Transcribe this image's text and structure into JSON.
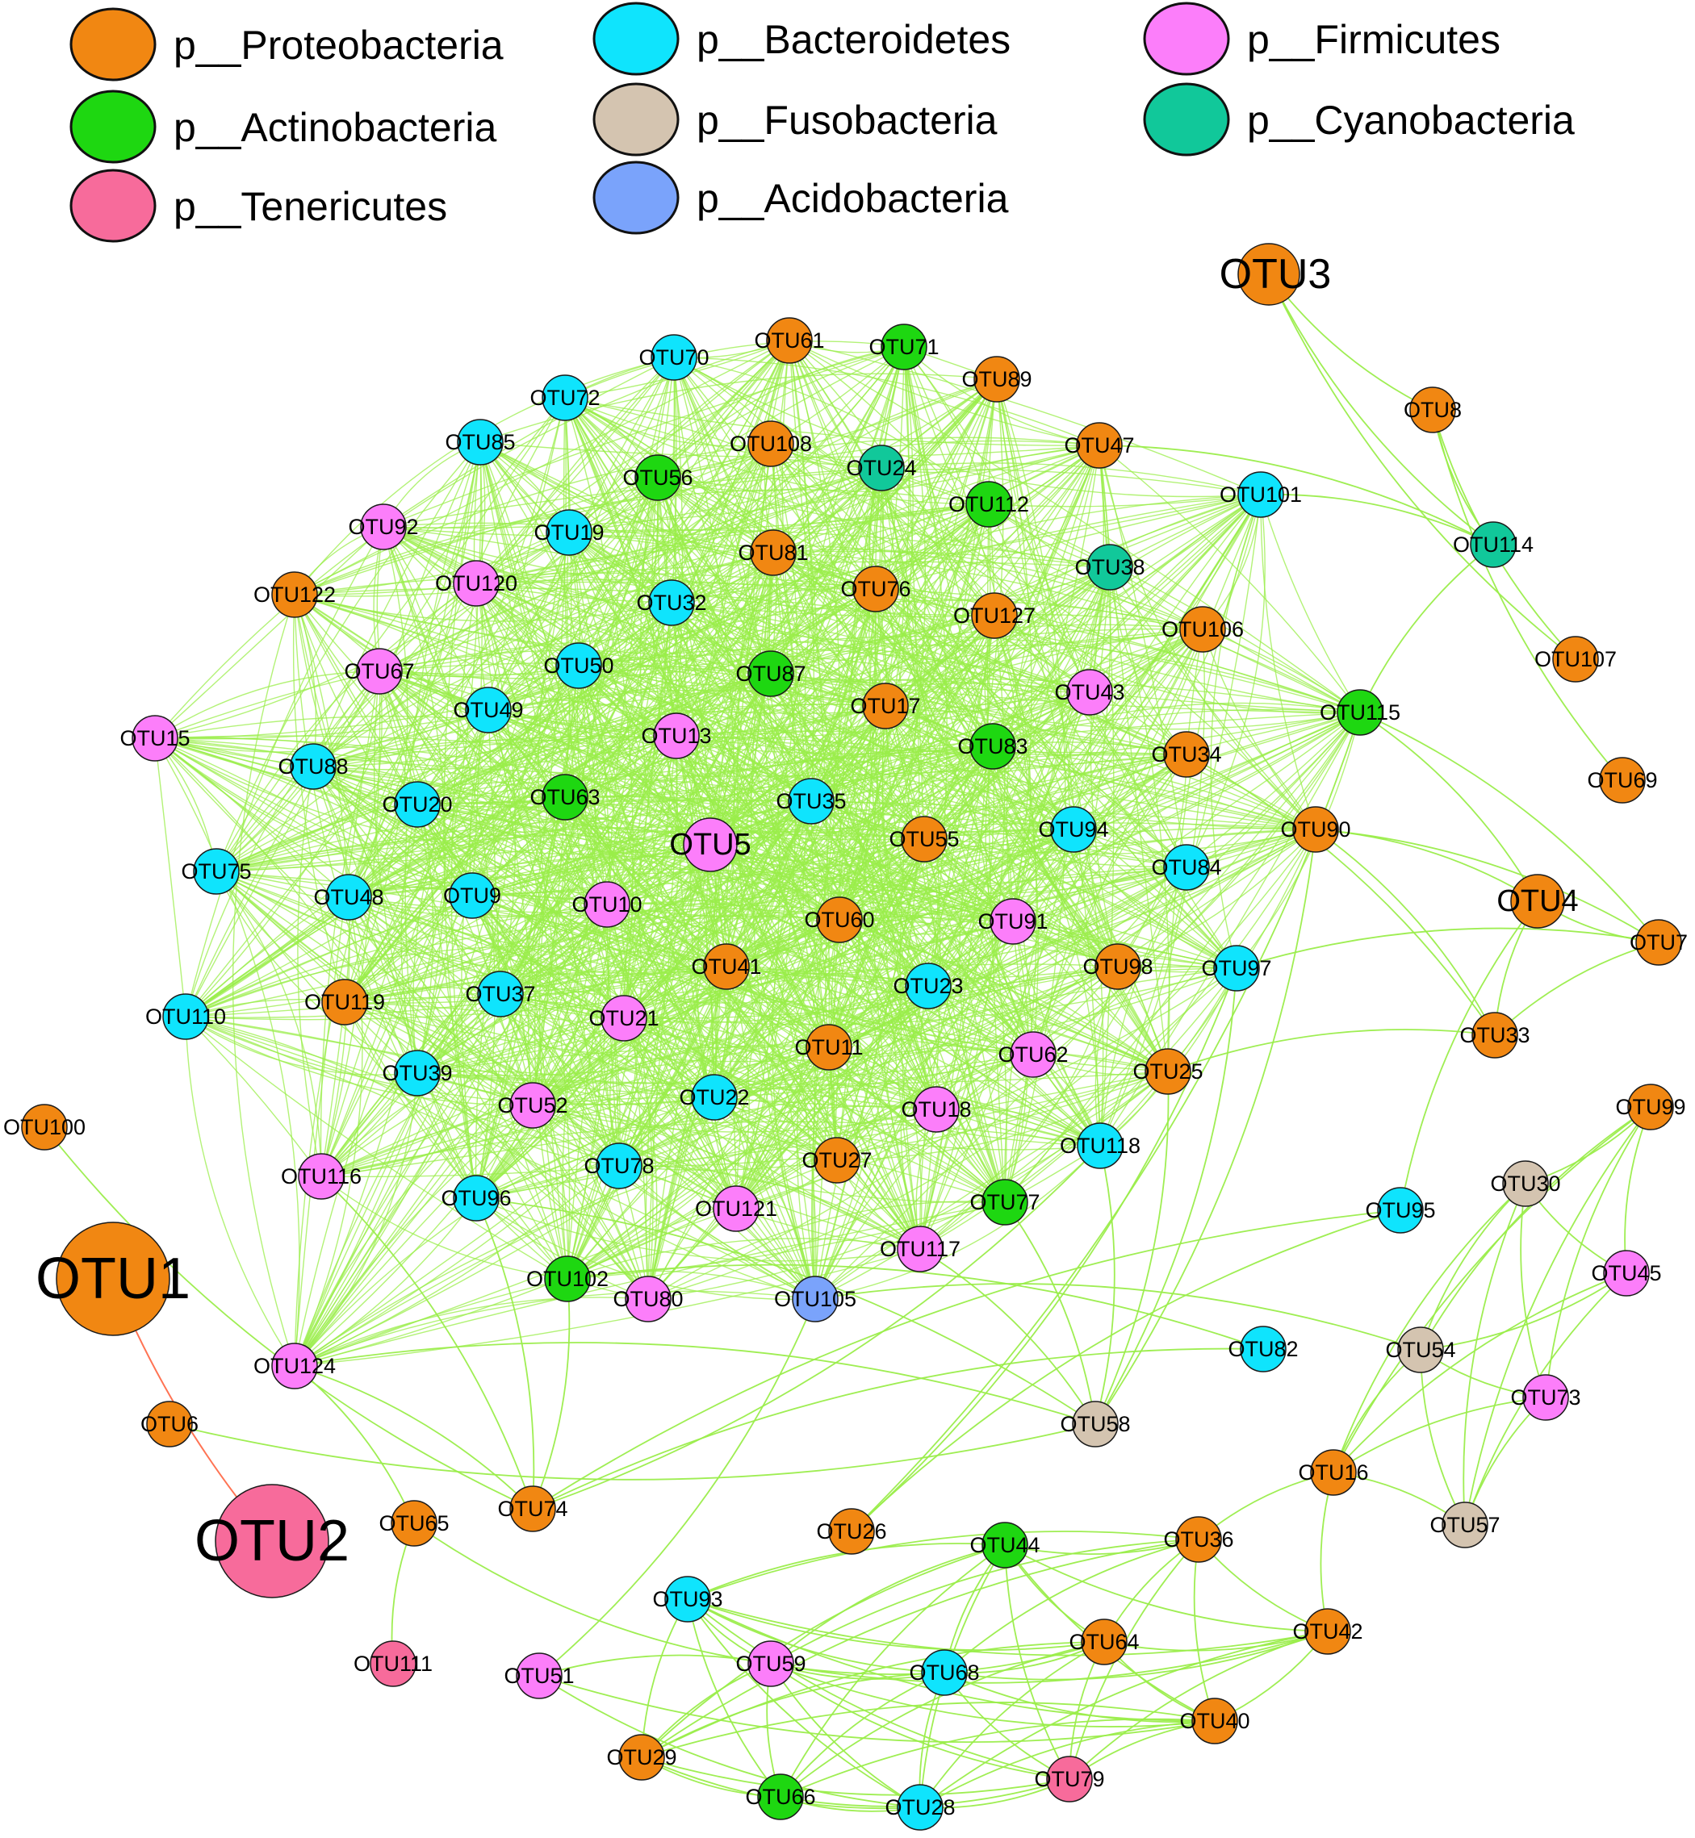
{
  "colors": {
    "edge": "#9aed4a",
    "edge_negative": "#ff6b4a",
    "node_stroke": "#1a1a1a"
  },
  "legend": [
    {
      "phylum": "Proteobacteria",
      "label": "p__Proteobacteria",
      "color": "#f18712"
    },
    {
      "phylum": "Actinobacteria",
      "label": "p__Actinobacteria",
      "color": "#1ed711"
    },
    {
      "phylum": "Tenericutes",
      "label": "p__Tenericutes",
      "color": "#f76b9b"
    },
    {
      "phylum": "Bacteroidetes",
      "label": "p__Bacteroidetes",
      "color": "#0fe4fd"
    },
    {
      "phylum": "Fusobacteria",
      "label": "p__Fusobacteria",
      "color": "#d4c4b0"
    },
    {
      "phylum": "Acidobacteria",
      "label": "p__Acidobacteria",
      "color": "#7aa3fb"
    },
    {
      "phylum": "Firmicutes",
      "label": "p__Firmicutes",
      "color": "#fc7efa"
    },
    {
      "phylum": "Cyanobacteria",
      "label": "p__Cyanobacteria",
      "color": "#11c89a"
    }
  ],
  "nodes": [
    {
      "id": "OTU1",
      "phylum": "Proteobacteria",
      "size": "huge"
    },
    {
      "id": "OTU2",
      "phylum": "Tenericutes",
      "size": "huge"
    },
    {
      "id": "OTU3",
      "phylum": "Proteobacteria",
      "size": "big"
    },
    {
      "id": "OTU4",
      "phylum": "Proteobacteria",
      "size": "medium"
    },
    {
      "id": "OTU5",
      "phylum": "Firmicutes",
      "size": "medium"
    },
    {
      "id": "OTU6",
      "phylum": "Proteobacteria"
    },
    {
      "id": "OTU7",
      "phylum": "Proteobacteria"
    },
    {
      "id": "OTU8",
      "phylum": "Proteobacteria"
    },
    {
      "id": "OTU9",
      "phylum": "Bacteroidetes"
    },
    {
      "id": "OTU10",
      "phylum": "Firmicutes"
    },
    {
      "id": "OTU11",
      "phylum": "Proteobacteria"
    },
    {
      "id": "OTU13",
      "phylum": "Firmicutes"
    },
    {
      "id": "OTU15",
      "phylum": "Firmicutes"
    },
    {
      "id": "OTU16",
      "phylum": "Proteobacteria"
    },
    {
      "id": "OTU17",
      "phylum": "Proteobacteria"
    },
    {
      "id": "OTU18",
      "phylum": "Firmicutes"
    },
    {
      "id": "OTU19",
      "phylum": "Bacteroidetes"
    },
    {
      "id": "OTU20",
      "phylum": "Bacteroidetes"
    },
    {
      "id": "OTU21",
      "phylum": "Firmicutes"
    },
    {
      "id": "OTU22",
      "phylum": "Bacteroidetes"
    },
    {
      "id": "OTU23",
      "phylum": "Bacteroidetes"
    },
    {
      "id": "OTU24",
      "phylum": "Cyanobacteria"
    },
    {
      "id": "OTU25",
      "phylum": "Proteobacteria"
    },
    {
      "id": "OTU26",
      "phylum": "Proteobacteria"
    },
    {
      "id": "OTU27",
      "phylum": "Proteobacteria"
    },
    {
      "id": "OTU28",
      "phylum": "Bacteroidetes"
    },
    {
      "id": "OTU29",
      "phylum": "Proteobacteria"
    },
    {
      "id": "OTU30",
      "phylum": "Fusobacteria"
    },
    {
      "id": "OTU32",
      "phylum": "Bacteroidetes"
    },
    {
      "id": "OTU33",
      "phylum": "Proteobacteria"
    },
    {
      "id": "OTU34",
      "phylum": "Proteobacteria"
    },
    {
      "id": "OTU35",
      "phylum": "Bacteroidetes"
    },
    {
      "id": "OTU36",
      "phylum": "Proteobacteria"
    },
    {
      "id": "OTU37",
      "phylum": "Bacteroidetes"
    },
    {
      "id": "OTU38",
      "phylum": "Cyanobacteria"
    },
    {
      "id": "OTU39",
      "phylum": "Bacteroidetes"
    },
    {
      "id": "OTU40",
      "phylum": "Proteobacteria"
    },
    {
      "id": "OTU41",
      "phylum": "Proteobacteria"
    },
    {
      "id": "OTU42",
      "phylum": "Proteobacteria"
    },
    {
      "id": "OTU43",
      "phylum": "Firmicutes"
    },
    {
      "id": "OTU44",
      "phylum": "Actinobacteria"
    },
    {
      "id": "OTU45",
      "phylum": "Firmicutes"
    },
    {
      "id": "OTU47",
      "phylum": "Proteobacteria"
    },
    {
      "id": "OTU48",
      "phylum": "Bacteroidetes"
    },
    {
      "id": "OTU49",
      "phylum": "Bacteroidetes"
    },
    {
      "id": "OTU50",
      "phylum": "Bacteroidetes"
    },
    {
      "id": "OTU51",
      "phylum": "Firmicutes"
    },
    {
      "id": "OTU52",
      "phylum": "Firmicutes"
    },
    {
      "id": "OTU54",
      "phylum": "Fusobacteria"
    },
    {
      "id": "OTU55",
      "phylum": "Proteobacteria"
    },
    {
      "id": "OTU56",
      "phylum": "Actinobacteria"
    },
    {
      "id": "OTU57",
      "phylum": "Fusobacteria"
    },
    {
      "id": "OTU58",
      "phylum": "Fusobacteria"
    },
    {
      "id": "OTU59",
      "phylum": "Firmicutes"
    },
    {
      "id": "OTU60",
      "phylum": "Proteobacteria"
    },
    {
      "id": "OTU61",
      "phylum": "Proteobacteria"
    },
    {
      "id": "OTU62",
      "phylum": "Firmicutes"
    },
    {
      "id": "OTU63",
      "phylum": "Actinobacteria"
    },
    {
      "id": "OTU64",
      "phylum": "Proteobacteria"
    },
    {
      "id": "OTU65",
      "phylum": "Proteobacteria"
    },
    {
      "id": "OTU66",
      "phylum": "Actinobacteria"
    },
    {
      "id": "OTU67",
      "phylum": "Firmicutes"
    },
    {
      "id": "OTU68",
      "phylum": "Bacteroidetes"
    },
    {
      "id": "OTU69",
      "phylum": "Proteobacteria"
    },
    {
      "id": "OTU70",
      "phylum": "Bacteroidetes"
    },
    {
      "id": "OTU71",
      "phylum": "Actinobacteria"
    },
    {
      "id": "OTU72",
      "phylum": "Bacteroidetes"
    },
    {
      "id": "OTU73",
      "phylum": "Firmicutes"
    },
    {
      "id": "OTU74",
      "phylum": "Proteobacteria"
    },
    {
      "id": "OTU75",
      "phylum": "Bacteroidetes"
    },
    {
      "id": "OTU76",
      "phylum": "Proteobacteria"
    },
    {
      "id": "OTU77",
      "phylum": "Actinobacteria"
    },
    {
      "id": "OTU78",
      "phylum": "Bacteroidetes"
    },
    {
      "id": "OTU79",
      "phylum": "Tenericutes"
    },
    {
      "id": "OTU80",
      "phylum": "Firmicutes"
    },
    {
      "id": "OTU81",
      "phylum": "Proteobacteria"
    },
    {
      "id": "OTU82",
      "phylum": "Bacteroidetes"
    },
    {
      "id": "OTU83",
      "phylum": "Actinobacteria"
    },
    {
      "id": "OTU84",
      "phylum": "Bacteroidetes"
    },
    {
      "id": "OTU85",
      "phylum": "Bacteroidetes"
    },
    {
      "id": "OTU87",
      "phylum": "Actinobacteria"
    },
    {
      "id": "OTU88",
      "phylum": "Bacteroidetes"
    },
    {
      "id": "OTU89",
      "phylum": "Proteobacteria"
    },
    {
      "id": "OTU90",
      "phylum": "Proteobacteria"
    },
    {
      "id": "OTU91",
      "phylum": "Firmicutes"
    },
    {
      "id": "OTU92",
      "phylum": "Firmicutes"
    },
    {
      "id": "OTU93",
      "phylum": "Bacteroidetes"
    },
    {
      "id": "OTU94",
      "phylum": "Bacteroidetes"
    },
    {
      "id": "OTU95",
      "phylum": "Bacteroidetes"
    },
    {
      "id": "OTU96",
      "phylum": "Bacteroidetes"
    },
    {
      "id": "OTU97",
      "phylum": "Bacteroidetes"
    },
    {
      "id": "OTU98",
      "phylum": "Proteobacteria"
    },
    {
      "id": "OTU99",
      "phylum": "Proteobacteria"
    },
    {
      "id": "OTU100",
      "phylum": "Proteobacteria"
    },
    {
      "id": "OTU101",
      "phylum": "Bacteroidetes"
    },
    {
      "id": "OTU102",
      "phylum": "Actinobacteria"
    },
    {
      "id": "OTU105",
      "phylum": "Acidobacteria"
    },
    {
      "id": "OTU106",
      "phylum": "Proteobacteria"
    },
    {
      "id": "OTU107",
      "phylum": "Proteobacteria"
    },
    {
      "id": "OTU108",
      "phylum": "Proteobacteria"
    },
    {
      "id": "OTU110",
      "phylum": "Bacteroidetes"
    },
    {
      "id": "OTU111",
      "phylum": "Tenericutes"
    },
    {
      "id": "OTU112",
      "phylum": "Actinobacteria"
    },
    {
      "id": "OTU114",
      "phylum": "Cyanobacteria"
    },
    {
      "id": "OTU115",
      "phylum": "Actinobacteria"
    },
    {
      "id": "OTU116",
      "phylum": "Firmicutes"
    },
    {
      "id": "OTU117",
      "phylum": "Firmicutes"
    },
    {
      "id": "OTU118",
      "phylum": "Bacteroidetes"
    },
    {
      "id": "OTU119",
      "phylum": "Proteobacteria"
    },
    {
      "id": "OTU120",
      "phylum": "Firmicutes"
    },
    {
      "id": "OTU121",
      "phylum": "Firmicutes"
    },
    {
      "id": "OTU122",
      "phylum": "Proteobacteria"
    },
    {
      "id": "OTU124",
      "phylum": "Firmicutes"
    },
    {
      "id": "OTU127",
      "phylum": "Proteobacteria"
    }
  ],
  "edges": [
    [
      "OTU1",
      "OTU2",
      "negative"
    ],
    [
      "OTU3",
      "OTU8"
    ],
    [
      "OTU3",
      "OTU114"
    ],
    [
      "OTU3",
      "OTU107"
    ],
    [
      "OTU8",
      "OTU69"
    ],
    [
      "OTU8",
      "OTU114"
    ],
    [
      "OTU8",
      "OTU107"
    ],
    [
      "OTU114",
      "OTU101"
    ],
    [
      "OTU114",
      "OTU115"
    ],
    [
      "OTU114",
      "OTU47"
    ],
    [
      "OTU100",
      "OTU74"
    ],
    [
      "OTU6",
      "OTU58"
    ],
    [
      "OTU65",
      "OTU111"
    ],
    [
      "OTU65",
      "OTU124"
    ],
    [
      "OTU65",
      "OTU59"
    ],
    [
      "OTU4",
      "OTU7"
    ],
    [
      "OTU4",
      "OTU33"
    ],
    [
      "OTU4",
      "OTU95"
    ],
    [
      "OTU4",
      "OTU90"
    ],
    [
      "OTU4",
      "OTU115"
    ],
    [
      "OTU7",
      "OTU90"
    ],
    [
      "OTU7",
      "OTU33"
    ],
    [
      "OTU7",
      "OTU97"
    ],
    [
      "OTU7",
      "OTU115"
    ],
    [
      "OTU33",
      "OTU90"
    ],
    [
      "OTU33",
      "OTU34"
    ],
    [
      "OTU33",
      "OTU25"
    ],
    [
      "OTU30",
      "OTU99"
    ],
    [
      "OTU30",
      "OTU45"
    ],
    [
      "OTU30",
      "OTU54"
    ],
    [
      "OTU30",
      "OTU73"
    ],
    [
      "OTU30",
      "OTU57"
    ],
    [
      "OTU30",
      "OTU16"
    ],
    [
      "OTU99",
      "OTU54"
    ],
    [
      "OTU99",
      "OTU45"
    ],
    [
      "OTU99",
      "OTU73"
    ],
    [
      "OTU99",
      "OTU57"
    ],
    [
      "OTU99",
      "OTU16"
    ],
    [
      "OTU54",
      "OTU16"
    ],
    [
      "OTU54",
      "OTU57"
    ],
    [
      "OTU54",
      "OTU73"
    ],
    [
      "OTU54",
      "OTU45"
    ],
    [
      "OTU45",
      "OTU57"
    ],
    [
      "OTU45",
      "OTU16"
    ],
    [
      "OTU73",
      "OTU57"
    ],
    [
      "OTU73",
      "OTU16"
    ],
    [
      "OTU57",
      "OTU16"
    ],
    [
      "OTU16",
      "OTU36"
    ],
    [
      "OTU16",
      "OTU42"
    ],
    [
      "OTU54",
      "OTU105"
    ],
    [
      "OTU82",
      "OTU74"
    ],
    [
      "OTU82",
      "OTU102"
    ],
    [
      "OTU95",
      "OTU26"
    ],
    [
      "OTU95",
      "OTU74"
    ],
    [
      "OTU58",
      "OTU77"
    ],
    [
      "OTU58",
      "OTU118"
    ],
    [
      "OTU58",
      "OTU117"
    ],
    [
      "OTU58",
      "OTU96"
    ],
    [
      "OTU58",
      "OTU124"
    ],
    [
      "OTU58",
      "OTU25"
    ],
    [
      "OTU58",
      "OTU97"
    ],
    [
      "OTU58",
      "OTU90"
    ],
    [
      "OTU74",
      "OTU102"
    ],
    [
      "OTU74",
      "OTU124"
    ],
    [
      "OTU74",
      "OTU96"
    ],
    [
      "OTU74",
      "OTU116"
    ],
    [
      "OTU74",
      "OTU118"
    ],
    [
      "OTU26",
      "OTU97"
    ],
    [
      "OTU26",
      "OTU115"
    ],
    [
      "OTU51",
      "OTU105"
    ],
    [
      "OTU44",
      "OTU36"
    ],
    [
      "OTU44",
      "OTU93"
    ],
    [
      "OTU44",
      "OTU59"
    ],
    [
      "OTU44",
      "OTU68"
    ],
    [
      "OTU44",
      "OTU64"
    ],
    [
      "OTU44",
      "OTU40"
    ],
    [
      "OTU44",
      "OTU42"
    ],
    [
      "OTU44",
      "OTU29"
    ],
    [
      "OTU44",
      "OTU28"
    ],
    [
      "OTU44",
      "OTU79"
    ],
    [
      "OTU44",
      "OTU66"
    ],
    [
      "OTU36",
      "OTU64"
    ],
    [
      "OTU36",
      "OTU42"
    ],
    [
      "OTU36",
      "OTU40"
    ],
    [
      "OTU36",
      "OTU68"
    ],
    [
      "OTU36",
      "OTU59"
    ],
    [
      "OTU36",
      "OTU93"
    ],
    [
      "OTU36",
      "OTU79"
    ],
    [
      "OTU36",
      "OTU29"
    ],
    [
      "OTU93",
      "OTU59"
    ],
    [
      "OTU93",
      "OTU68"
    ],
    [
      "OTU93",
      "OTU64"
    ],
    [
      "OTU93",
      "OTU29"
    ],
    [
      "OTU93",
      "OTU28"
    ],
    [
      "OTU93",
      "OTU66"
    ],
    [
      "OTU93",
      "OTU79"
    ],
    [
      "OTU93",
      "OTU40"
    ],
    [
      "OTU93",
      "OTU42"
    ],
    [
      "OTU59",
      "OTU68"
    ],
    [
      "OTU59",
      "OTU64"
    ],
    [
      "OTU59",
      "OTU29"
    ],
    [
      "OTU59",
      "OTU66"
    ],
    [
      "OTU59",
      "OTU28"
    ],
    [
      "OTU59",
      "OTU79"
    ],
    [
      "OTU59",
      "OTU40"
    ],
    [
      "OTU59",
      "OTU42"
    ],
    [
      "OTU59",
      "OTU51"
    ],
    [
      "OTU68",
      "OTU64"
    ],
    [
      "OTU68",
      "OTU28"
    ],
    [
      "OTU68",
      "OTU66"
    ],
    [
      "OTU68",
      "OTU79"
    ],
    [
      "OTU68",
      "OTU40"
    ],
    [
      "OTU68",
      "OTU42"
    ],
    [
      "OTU68",
      "OTU29"
    ],
    [
      "OTU64",
      "OTU42"
    ],
    [
      "OTU64",
      "OTU40"
    ],
    [
      "OTU64",
      "OTU79"
    ],
    [
      "OTU64",
      "OTU28"
    ],
    [
      "OTU64",
      "OTU66"
    ],
    [
      "OTU64",
      "OTU29"
    ],
    [
      "OTU40",
      "OTU42"
    ],
    [
      "OTU40",
      "OTU79"
    ],
    [
      "OTU40",
      "OTU28"
    ],
    [
      "OTU40",
      "OTU66"
    ],
    [
      "OTU40",
      "OTU29"
    ],
    [
      "OTU42",
      "OTU79"
    ],
    [
      "OTU42",
      "OTU28"
    ],
    [
      "OTU29",
      "OTU66"
    ],
    [
      "OTU29",
      "OTU28"
    ],
    [
      "OTU29",
      "OTU79"
    ],
    [
      "OTU66",
      "OTU28"
    ],
    [
      "OTU66",
      "OTU79"
    ],
    [
      "OTU28",
      "OTU79"
    ],
    [
      "OTU51",
      "OTU28"
    ],
    [
      "OTU51",
      "OTU40"
    ]
  ],
  "dense_cluster": [
    "OTU61",
    "OTU71",
    "OTU70",
    "OTU89",
    "OTU72",
    "OTU85",
    "OTU108",
    "OTU47",
    "OTU56",
    "OTU24",
    "OTU101",
    "OTU112",
    "OTU92",
    "OTU19",
    "OTU81",
    "OTU38",
    "OTU122",
    "OTU120",
    "OTU76",
    "OTU32",
    "OTU127",
    "OTU106",
    "OTU67",
    "OTU50",
    "OTU87",
    "OTU43",
    "OTU115",
    "OTU15",
    "OTU49",
    "OTU17",
    "OTU13",
    "OTU83",
    "OTU34",
    "OTU88",
    "OTU63",
    "OTU35",
    "OTU20",
    "OTU90",
    "OTU94",
    "OTU75",
    "OTU5",
    "OTU55",
    "OTU84",
    "OTU48",
    "OTU9",
    "OTU10",
    "OTU60",
    "OTU91",
    "OTU41",
    "OTU98",
    "OTU97",
    "OTU110",
    "OTU119",
    "OTU37",
    "OTU23",
    "OTU21",
    "OTU11",
    "OTU62",
    "OTU39",
    "OTU25",
    "OTU52",
    "OTU22",
    "OTU18",
    "OTU116",
    "OTU78",
    "OTU27",
    "OTU118",
    "OTU96",
    "OTU121",
    "OTU77",
    "OTU117",
    "OTU102",
    "OTU80",
    "OTU105",
    "OTU124"
  ]
}
